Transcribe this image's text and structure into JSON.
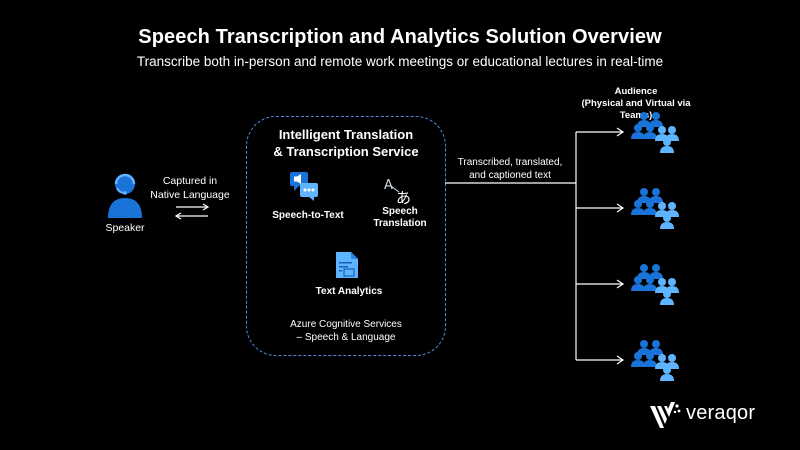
{
  "header": {
    "title": "Speech Transcription and Analytics Solution Overview",
    "subtitle": "Transcribe both in-person and remote work meetings or educational lectures in real-time"
  },
  "speaker": {
    "label": "Speaker",
    "icon": "speaker-headset-icon",
    "link_label_line1": "Captured in",
    "link_label_line2": "Native Language"
  },
  "service": {
    "title_line1": "Intelligent Translation",
    "title_line2": "& Transcription Service",
    "components": [
      {
        "label": "Speech-to-Text",
        "icon": "speech-to-text-icon"
      },
      {
        "label_line1": "Speech",
        "label_line2": "Translation",
        "icon": "speech-translation-icon"
      },
      {
        "label": "Text Analytics",
        "icon": "text-analytics-icon"
      }
    ],
    "provider_line1": "Azure Cognitive Services",
    "provider_line2": "– Speech & Language"
  },
  "output": {
    "label_line1": "Transcribed, translated,",
    "label_line2": "and captioned text"
  },
  "audience": {
    "heading_line1": "Audience",
    "heading_line2": "(Physical and Virtual via Teams)",
    "groups": [
      "group-icon",
      "group-icon",
      "group-icon",
      "group-icon"
    ]
  },
  "brand": {
    "name": "veraqor",
    "logo_icon": "veraqor-logo-icon"
  },
  "colors": {
    "background": "#000000",
    "accent_blue": "#1a73d9",
    "light_blue": "#5fb4ff",
    "border_blue": "#4a8ed8"
  }
}
